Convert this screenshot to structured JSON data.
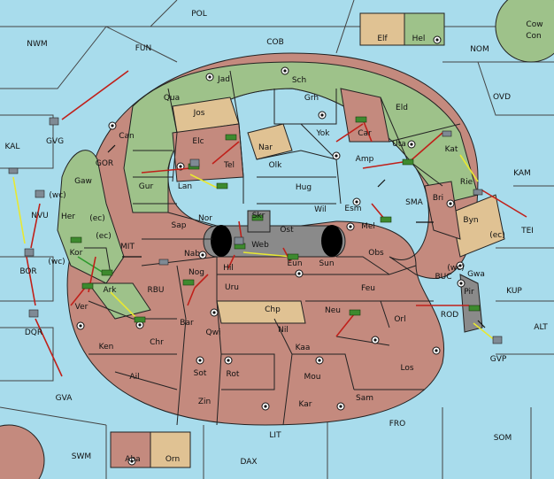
{
  "colors": {
    "water": "#a8dcec",
    "green_power": "#9ec28a",
    "red_power": "#c48a7e",
    "tan_power": "#e0c293",
    "grey_power": "#8a8a8a",
    "move_red": "#c0201a",
    "move_yellow": "#e8e832",
    "move_green": "#2c9a2c"
  },
  "sea_labels": [
    "POL",
    "NWM",
    "FUN",
    "COB",
    "NOM",
    "Con",
    "OVD",
    "KAL",
    "GVG",
    "GOR",
    "KAM",
    "NVU",
    "TEI",
    "BOR",
    "MIT",
    "SMA",
    "RBU",
    "BUC",
    "KUP",
    "ALT",
    "DQR",
    "ROD",
    "GVP",
    "GVA",
    "FRO",
    "LIT",
    "SOM",
    "SWM",
    "DAX",
    "Cow"
  ],
  "land_labels": [
    "Elf",
    "Hel",
    "Jad",
    "Sch",
    "Qua",
    "Jos",
    "Grh",
    "Eld",
    "Can",
    "Car",
    "Elc",
    "Nar",
    "Yok",
    "Uta",
    "Amp",
    "Kat",
    "Gaw",
    "Tel",
    "Olk",
    "Gur",
    "Lan",
    "Hug",
    "Rie",
    "Her",
    "Nor",
    "Wil",
    "Esm",
    "Bri",
    "Sap",
    "Skr",
    "Ost",
    "Mel",
    "Byn",
    "Kor",
    "Web",
    "Nab",
    "Eun",
    "Hil",
    "Sun",
    "Obs",
    "Gwa",
    "Ark",
    "Nog",
    "Uru",
    "Feu",
    "Pir",
    "Ver",
    "Chp",
    "Neu",
    "Orl",
    "Bar",
    "Qwi",
    "Nil",
    "Ken",
    "Chr",
    "Kaa",
    "Los",
    "Ail",
    "Sot",
    "Rot",
    "Mou",
    "Zin",
    "Kar",
    "Sam",
    "Aba",
    "Orn"
  ],
  "coast_labels": [
    "(wc)",
    "(ec)",
    "(ec)",
    "(wc)",
    "(ec)",
    "(wc)"
  ],
  "legend": {
    "elf": "Elf",
    "hel": "Hel",
    "aba": "Aba",
    "orn": "Orn"
  }
}
